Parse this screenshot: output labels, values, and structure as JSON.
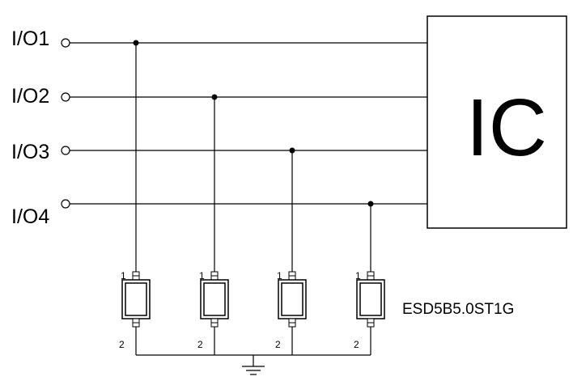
{
  "io_labels": [
    "I/O1",
    "I/O2",
    "I/O3",
    "I/O4"
  ],
  "ic_label": "IC",
  "part_number": "ESD5B5.0ST1G",
  "pin_top_labels": [
    "1",
    "1",
    "1",
    "1"
  ],
  "pin_bottom_labels": [
    "2",
    "2",
    "2",
    "2"
  ],
  "colors": {
    "line": "#000000",
    "background": "#ffffff"
  }
}
